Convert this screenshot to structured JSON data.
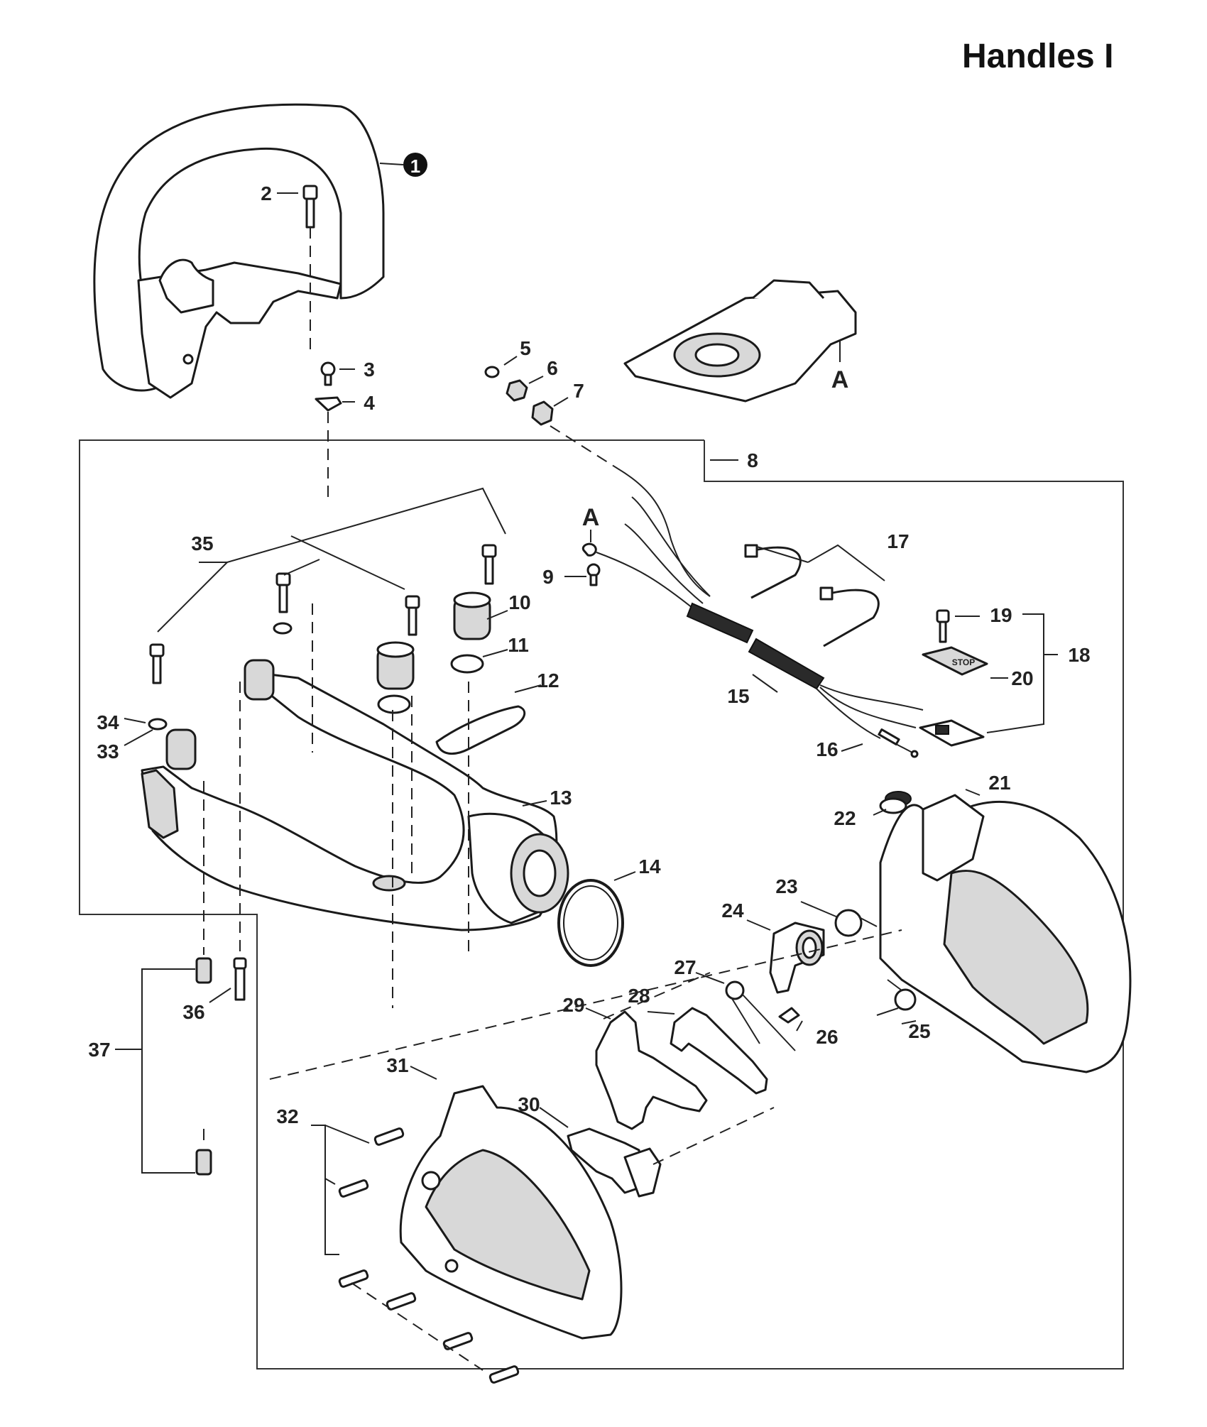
{
  "title": "Handles I",
  "callout_marker": "1",
  "reference_label": "A",
  "part_numbers": [
    "2",
    "3",
    "4",
    "5",
    "6",
    "7",
    "8",
    "9",
    "10",
    "11",
    "12",
    "13",
    "14",
    "15",
    "16",
    "17",
    "18",
    "19",
    "20",
    "21",
    "22",
    "23",
    "24",
    "25",
    "26",
    "27",
    "28",
    "29",
    "30",
    "31",
    "32",
    "33",
    "34",
    "35",
    "36",
    "37"
  ],
  "decal_text": "STOP"
}
